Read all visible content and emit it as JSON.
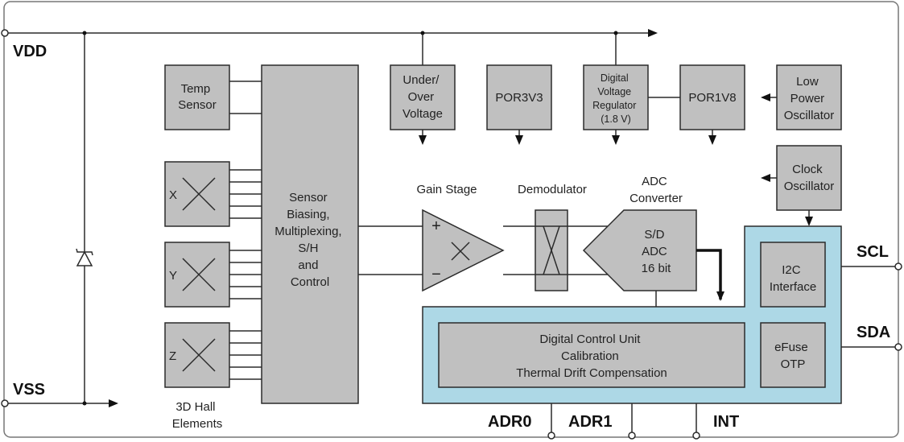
{
  "pins": {
    "vdd": "VDD",
    "vss": "VSS",
    "scl": "SCL",
    "sda": "SDA",
    "adr0": "ADR0",
    "adr1": "ADR1",
    "int": "INT"
  },
  "blocks": {
    "temp_sensor": [
      "Temp",
      "Sensor"
    ],
    "x_label": "X",
    "y_label": "Y",
    "z_label": "Z",
    "hall_caption": [
      "3D Hall",
      "Elements"
    ],
    "sensor_biasing": [
      "Sensor",
      "Biasing,",
      "Multiplexing,",
      "S/H",
      "and",
      "Control"
    ],
    "under_over": [
      "Under/",
      "Over",
      "Voltage"
    ],
    "por3v3": "POR3V3",
    "dvr": [
      "Digital",
      "Voltage",
      "Regulator",
      "(1.8 V)"
    ],
    "por1v8": "POR1V8",
    "low_power_osc": [
      "Low",
      "Power",
      "Oscillator"
    ],
    "clock_osc": [
      "Clock",
      "Oscillator"
    ],
    "gain_stage": "Gain Stage",
    "plus": "+",
    "minus": "−",
    "demodulator": "Demodulator",
    "adc_title": [
      "ADC",
      "Converter"
    ],
    "adc_body": [
      "S/D",
      "ADC",
      "16 bit"
    ],
    "i2c": [
      "I2C",
      "Interface"
    ],
    "efuse": [
      "eFuse",
      "OTP"
    ],
    "dcu": [
      "Digital Control Unit",
      "Calibration",
      "Thermal Drift Compensation"
    ]
  },
  "colors": {
    "block_fill": "#c0c0c0",
    "digital_region": "#add8e6",
    "stroke": "#2b2b2b",
    "background": "#ffffff"
  }
}
